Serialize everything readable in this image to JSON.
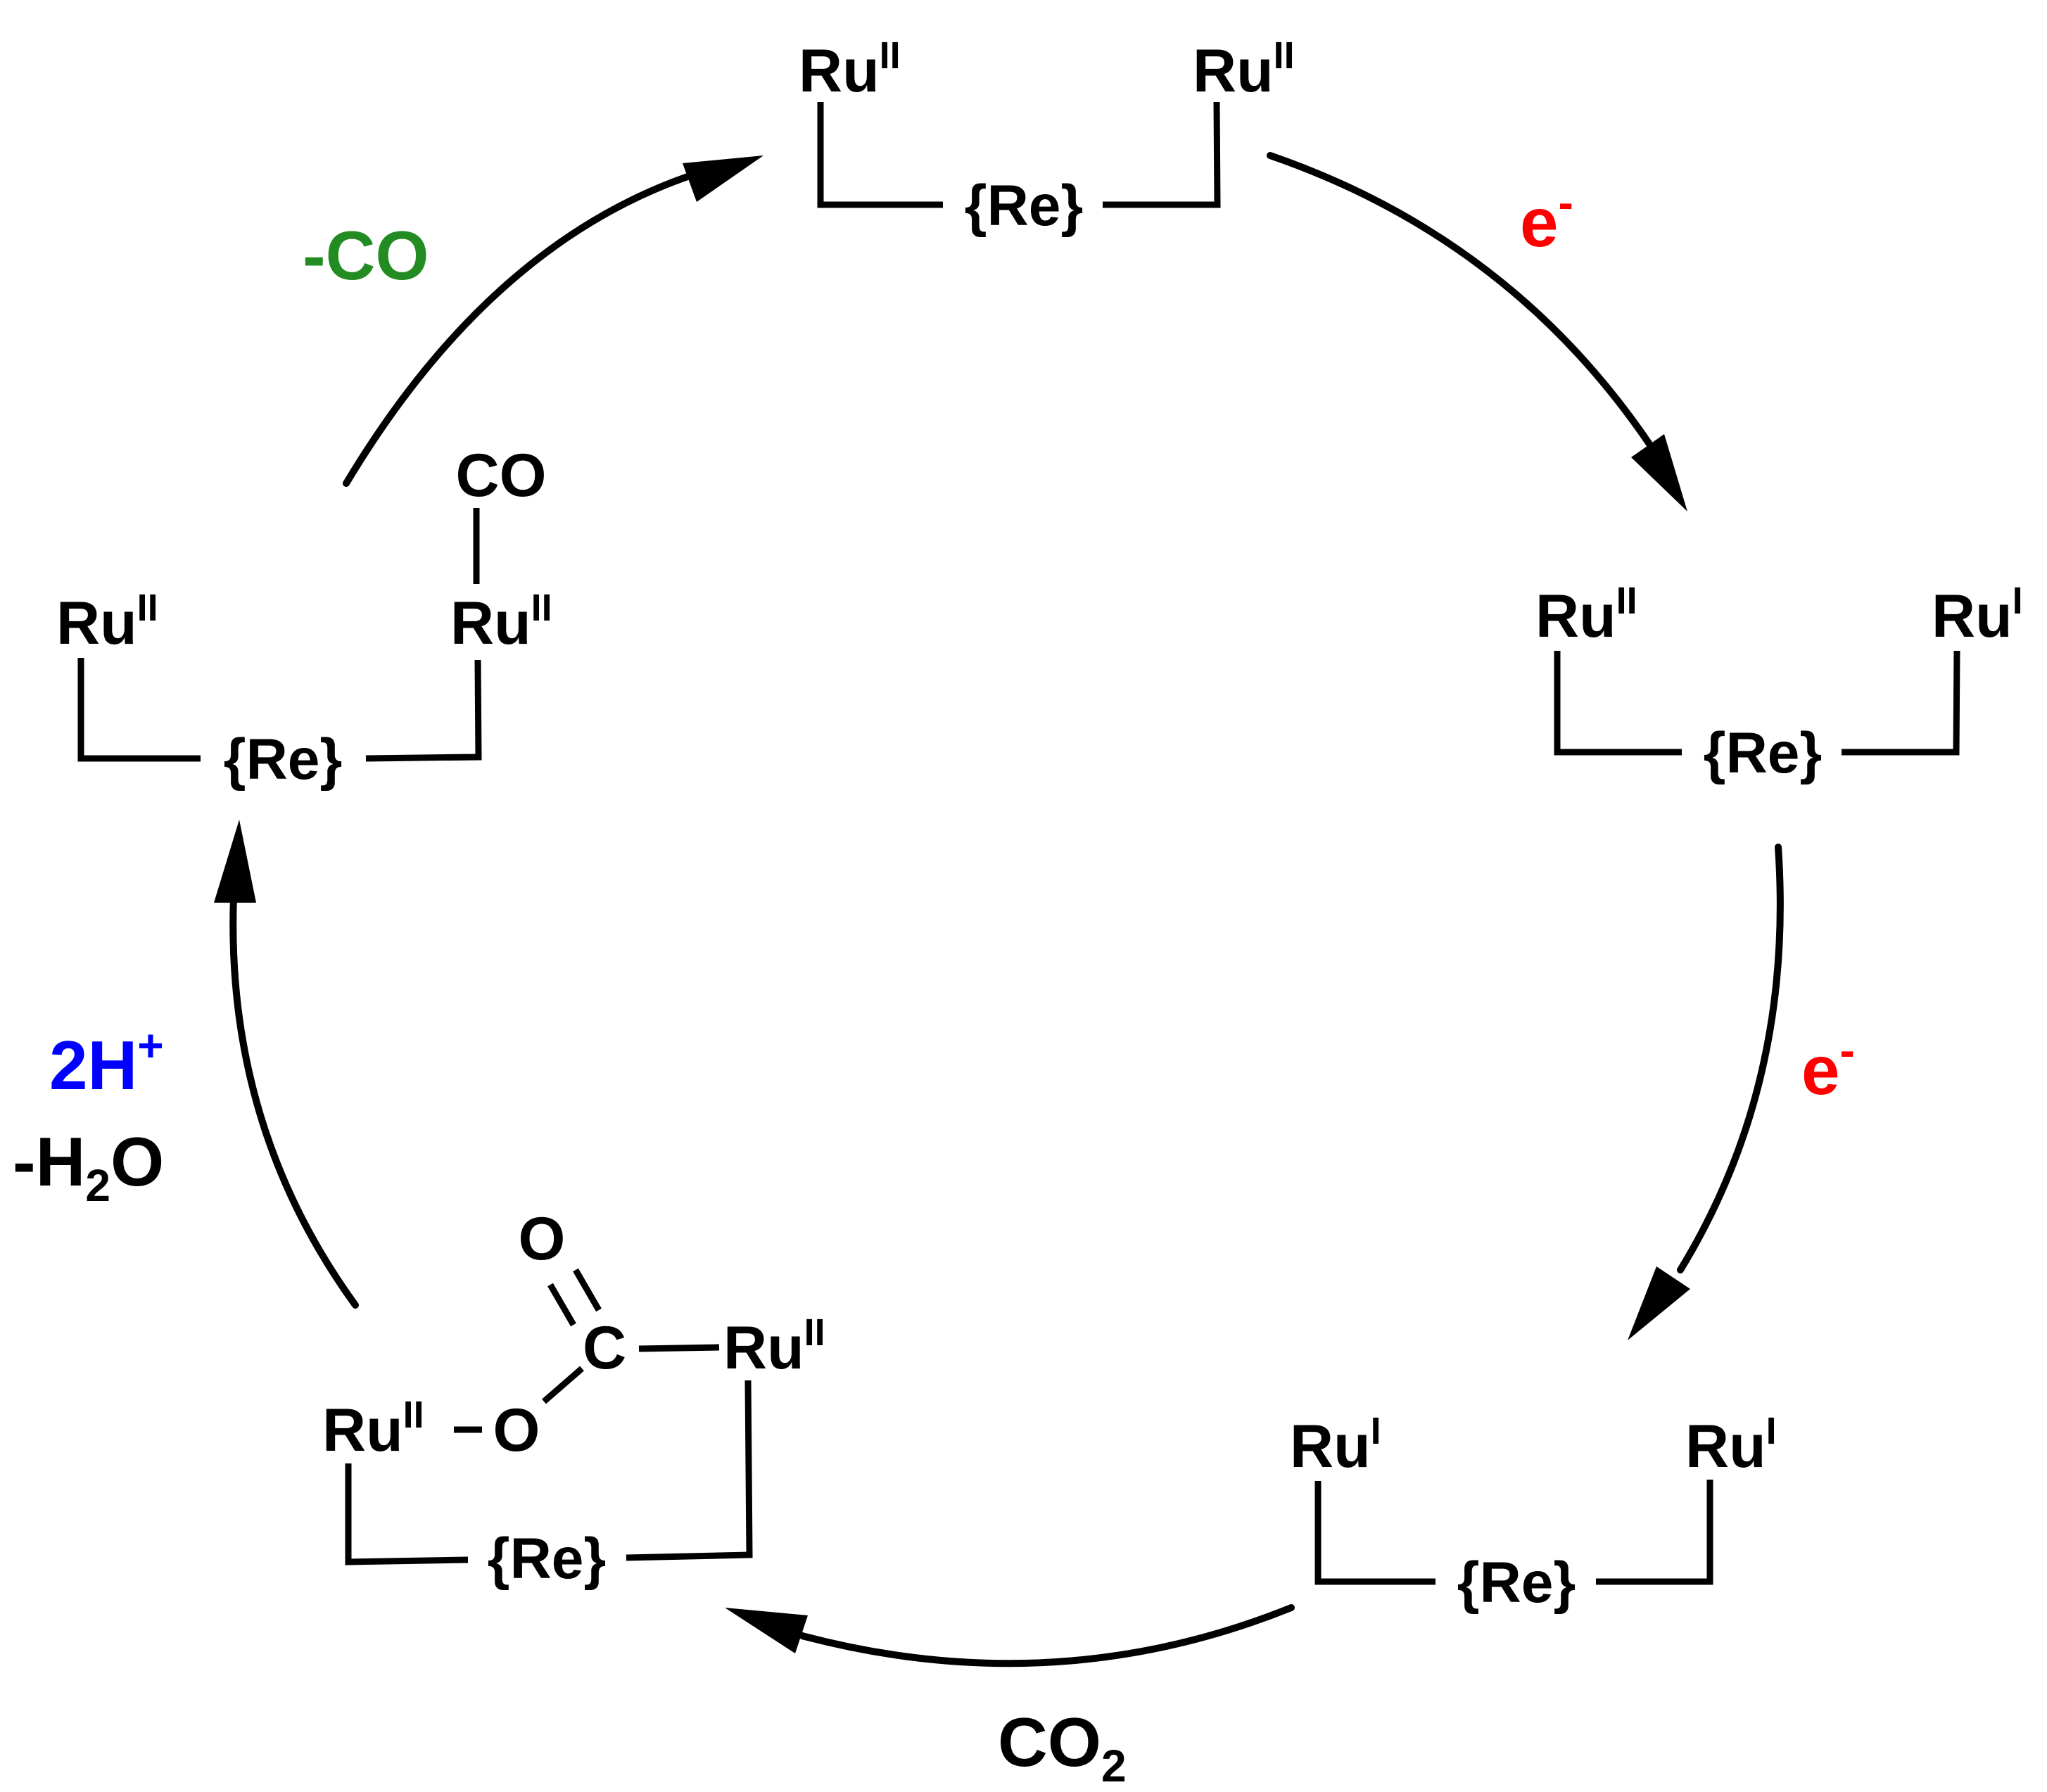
{
  "colors": {
    "ink": "#000000",
    "electron": "#ff0000",
    "proton": "#0000ff",
    "co_loss": "#228b22"
  },
  "complexes": {
    "top": {
      "ru_left": "Ru",
      "ru_left_ox": "II",
      "re": "{Re}",
      "ru_right": "Ru",
      "ru_right_ox": "II"
    },
    "right": {
      "ru_left": "Ru",
      "ru_left_ox": "II",
      "re": "{Re}",
      "ru_right": "Ru",
      "ru_right_ox": "I"
    },
    "bottom_right": {
      "ru_left": "Ru",
      "ru_left_ox": "I",
      "re": "{Re}",
      "ru_right": "Ru",
      "ru_right_ox": "I"
    },
    "bottom_left": {
      "ru_left": "Ru",
      "ru_left_ox": "II",
      "o_bridge": "O",
      "carbon": "C",
      "o_carbonyl": "O",
      "ru_right": "Ru",
      "ru_right_ox": "II",
      "re": "{Re}"
    },
    "left": {
      "ru_left": "Ru",
      "ru_left_ox": "II",
      "co": "CO",
      "ru_right": "Ru",
      "ru_right_ox": "II",
      "re": "{Re}"
    }
  },
  "steps": {
    "reduction_1": {
      "main": "e",
      "sup": "-"
    },
    "reduction_2": {
      "main": "e",
      "sup": "-"
    },
    "co2_binding": {
      "main": "CO",
      "sub": "2"
    },
    "protonation": {
      "protons": "2H",
      "protons_sup": "+",
      "water_prefix": "-H",
      "water_sub": "2",
      "water_suffix": "O"
    },
    "co_release": {
      "label": "-CO"
    }
  }
}
